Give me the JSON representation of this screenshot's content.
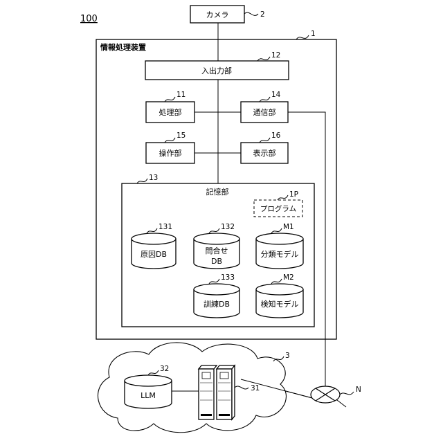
{
  "figure_ref": "100",
  "camera": {
    "label": "カメラ",
    "ref": "2"
  },
  "device": {
    "label": "情報処理装置",
    "ref": "1"
  },
  "io": {
    "label": "入出力部",
    "ref": "12"
  },
  "processing": {
    "label": "処理部",
    "ref": "11"
  },
  "communication": {
    "label": "通信部",
    "ref": "14"
  },
  "operation": {
    "label": "操作部",
    "ref": "15"
  },
  "display": {
    "label": "表示部",
    "ref": "16"
  },
  "storage": {
    "label": "記憶部",
    "ref": "13"
  },
  "program": {
    "label": "プログラム",
    "ref": "1P"
  },
  "cause_db": {
    "label": "原因DB",
    "ref": "131"
  },
  "inquiry_db": {
    "label_line1": "問合せ",
    "label_line2": "DB",
    "ref": "132"
  },
  "classification_model": {
    "label": "分類モデル",
    "ref": "M1"
  },
  "training_db": {
    "label": "訓練DB",
    "ref": "133"
  },
  "detection_model": {
    "label": "検知モデル",
    "ref": "M2"
  },
  "network_cloud": {
    "ref": "3"
  },
  "llm": {
    "label": "LLM",
    "ref": "32"
  },
  "server": {
    "ref": "31"
  },
  "network": {
    "ref": "N"
  }
}
